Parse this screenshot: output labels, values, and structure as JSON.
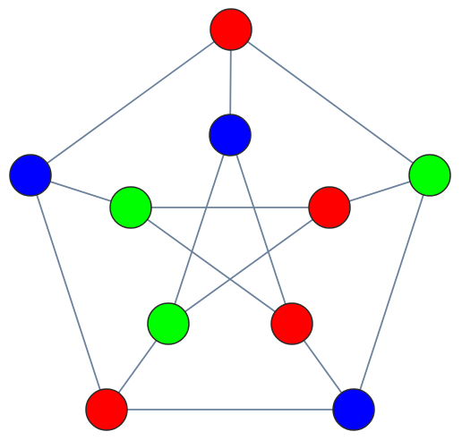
{
  "graph": {
    "name": "",
    "colors": {
      "red": "#ff0000",
      "green": "#00ff00",
      "blue": "#0000ff",
      "edge": "#6b819c",
      "outline": "#2a2a2a"
    },
    "nodes": [
      {
        "id": "outer-top",
        "color": "red"
      },
      {
        "id": "outer-right",
        "color": "green"
      },
      {
        "id": "outer-bottom-right",
        "color": "blue"
      },
      {
        "id": "outer-bottom-left",
        "color": "red"
      },
      {
        "id": "outer-left",
        "color": "blue"
      },
      {
        "id": "inner-top",
        "color": "blue"
      },
      {
        "id": "inner-right",
        "color": "red"
      },
      {
        "id": "inner-bottom-right",
        "color": "red"
      },
      {
        "id": "inner-bottom-left",
        "color": "green"
      },
      {
        "id": "inner-left",
        "color": "green"
      }
    ],
    "edges": [
      [
        "outer-top",
        "outer-right"
      ],
      [
        "outer-right",
        "outer-bottom-right"
      ],
      [
        "outer-bottom-right",
        "outer-bottom-left"
      ],
      [
        "outer-bottom-left",
        "outer-left"
      ],
      [
        "outer-left",
        "outer-top"
      ],
      [
        "outer-top",
        "inner-top"
      ],
      [
        "outer-right",
        "inner-right"
      ],
      [
        "outer-bottom-right",
        "inner-bottom-right"
      ],
      [
        "outer-bottom-left",
        "inner-bottom-left"
      ],
      [
        "outer-left",
        "inner-left"
      ],
      [
        "inner-top",
        "inner-bottom-right"
      ],
      [
        "inner-top",
        "inner-bottom-left"
      ],
      [
        "inner-right",
        "inner-left"
      ],
      [
        "inner-right",
        "inner-bottom-left"
      ],
      [
        "inner-left",
        "inner-bottom-right"
      ]
    ]
  }
}
